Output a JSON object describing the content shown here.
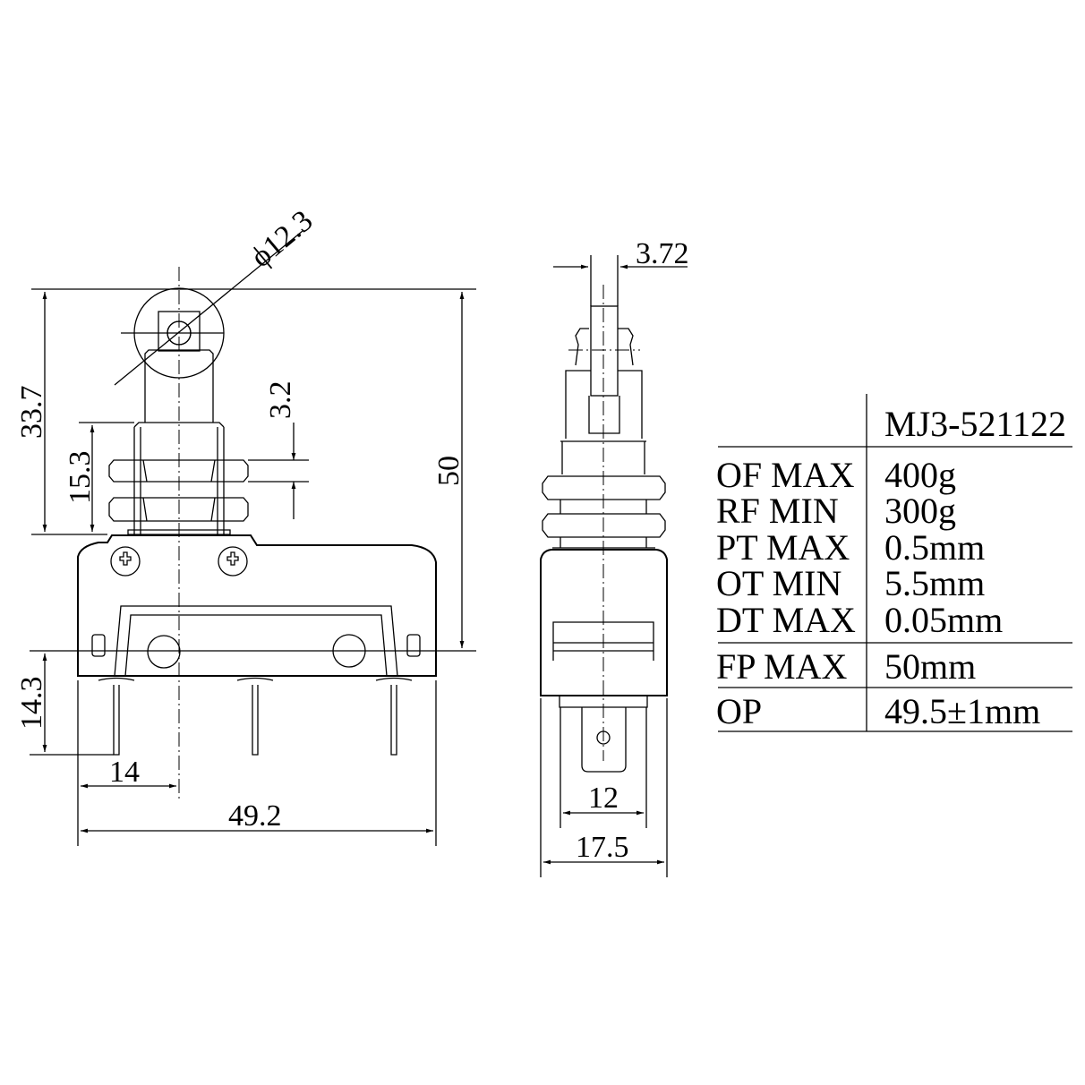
{
  "dimensions": {
    "roller_diameter": "ϕ12.3",
    "height_to_flange": "33.7",
    "bushing_length": "15.3",
    "nut_thickness": "3.2",
    "total_height": "50",
    "pin_length": "14.3",
    "pin_offset": "14",
    "body_length": "49.2",
    "roller_width": "3.72",
    "terminal_width": "12",
    "body_width": "17.5"
  },
  "spec_table": {
    "model": "MJ3-521122",
    "rows": [
      {
        "param": "OF MAX",
        "value": "400g"
      },
      {
        "param": "RF MIN",
        "value": "300g"
      },
      {
        "param": "PT MAX",
        "value": "0.5mm"
      },
      {
        "param": "OT MIN",
        "value": "5.5mm"
      },
      {
        "param": "DT MAX",
        "value": "0.05mm"
      },
      {
        "param": "FP MAX",
        "value": "50mm"
      },
      {
        "param": "OP",
        "value": "49.5±1mm"
      }
    ]
  }
}
